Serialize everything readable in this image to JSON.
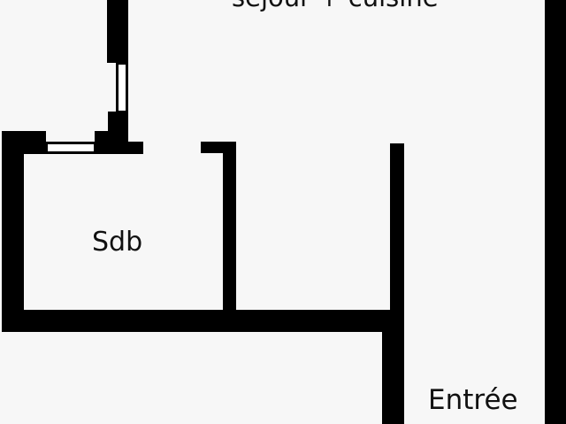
{
  "rooms": {
    "living": "séjour + cuisine",
    "bathroom": "Sdb",
    "entrance": "Entrée"
  }
}
